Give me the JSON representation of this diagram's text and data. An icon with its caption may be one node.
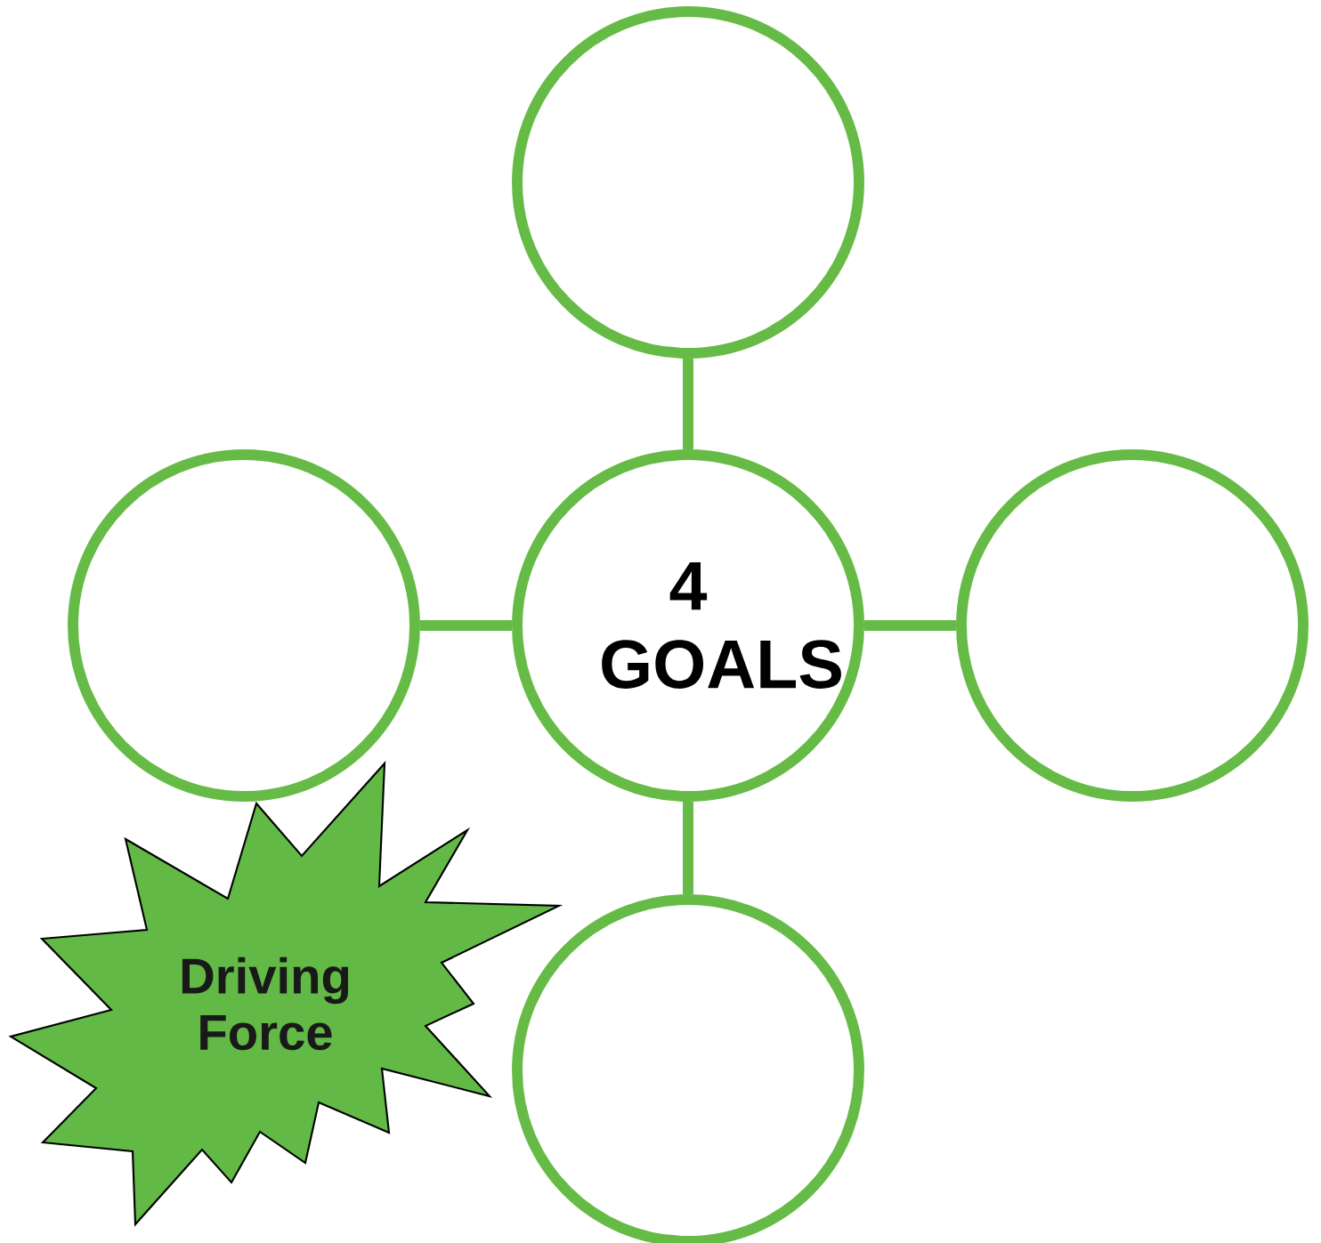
{
  "diagram": {
    "nodes": [
      {
        "text": [],
        "shape": "circle"
      },
      {
        "text": [],
        "shape": "circle"
      },
      {
        "text": [
          "4 GOALS"
        ]
      },
      {
        "text": [],
        "shape": "circle"
      },
      {
        "text": [],
        "shape": "circle"
      },
      {
        "text": [
          "Driving Force"
        ]
      }
    ],
    "edges": [
      {
        "from": 2,
        "to": 0,
        "arrow": "none"
      },
      {
        "from": 2,
        "to": 1,
        "arrow": "none"
      },
      {
        "from": 2,
        "to": 3,
        "arrow": "none"
      },
      {
        "from": 2,
        "to": 4,
        "arrow": "none"
      }
    ]
  }
}
